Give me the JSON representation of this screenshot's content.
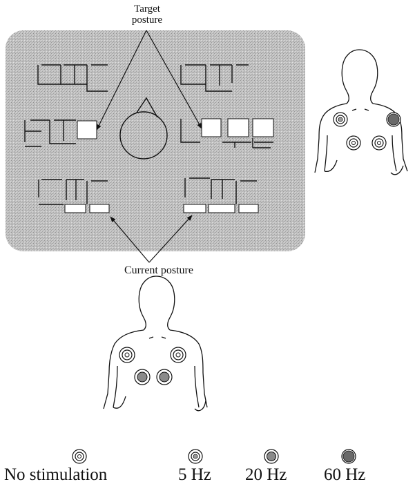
{
  "labels": {
    "target_posture": "Target\nposture",
    "current_posture": "Current posture"
  },
  "legend": [
    {
      "label": "No stimulation",
      "icon": "no-stimulation-icon"
    },
    {
      "label": "5 Hz",
      "icon": "stim-5hz-icon"
    },
    {
      "label": "20 Hz",
      "icon": "stim-20hz-icon"
    },
    {
      "label": "60 Hz",
      "icon": "stim-60hz-icon"
    }
  ],
  "colors": {
    "panel": "#b9b9b9",
    "ink": "#111111",
    "stim_20hz": "#8a8a8a",
    "stim_60hz": "#6a6a6a"
  }
}
